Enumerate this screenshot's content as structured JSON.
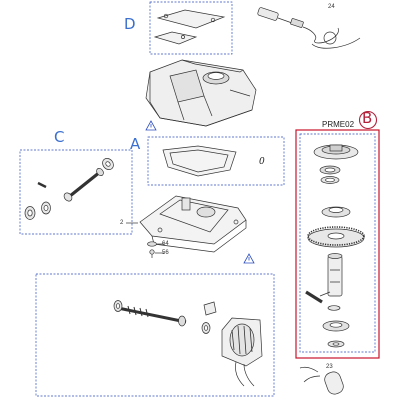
{
  "colors": {
    "group_border": "#2d4fbf",
    "highlight_border": "#c7142b",
    "letter_blue": "#3a6fd0",
    "letter_red": "#b2203a",
    "line": "#333333",
    "warning": "#2d4fbf"
  },
  "labels": {
    "group_d": "D",
    "group_a": "A",
    "group_b": "B",
    "group_c": "C",
    "kit_code": "PRME02",
    "zero_mark": "0",
    "part_24": "24",
    "part_2": "2",
    "part_64": "64",
    "part_56": "56",
    "part_23": "23"
  },
  "icons": [
    "warning-triangle-icon"
  ]
}
